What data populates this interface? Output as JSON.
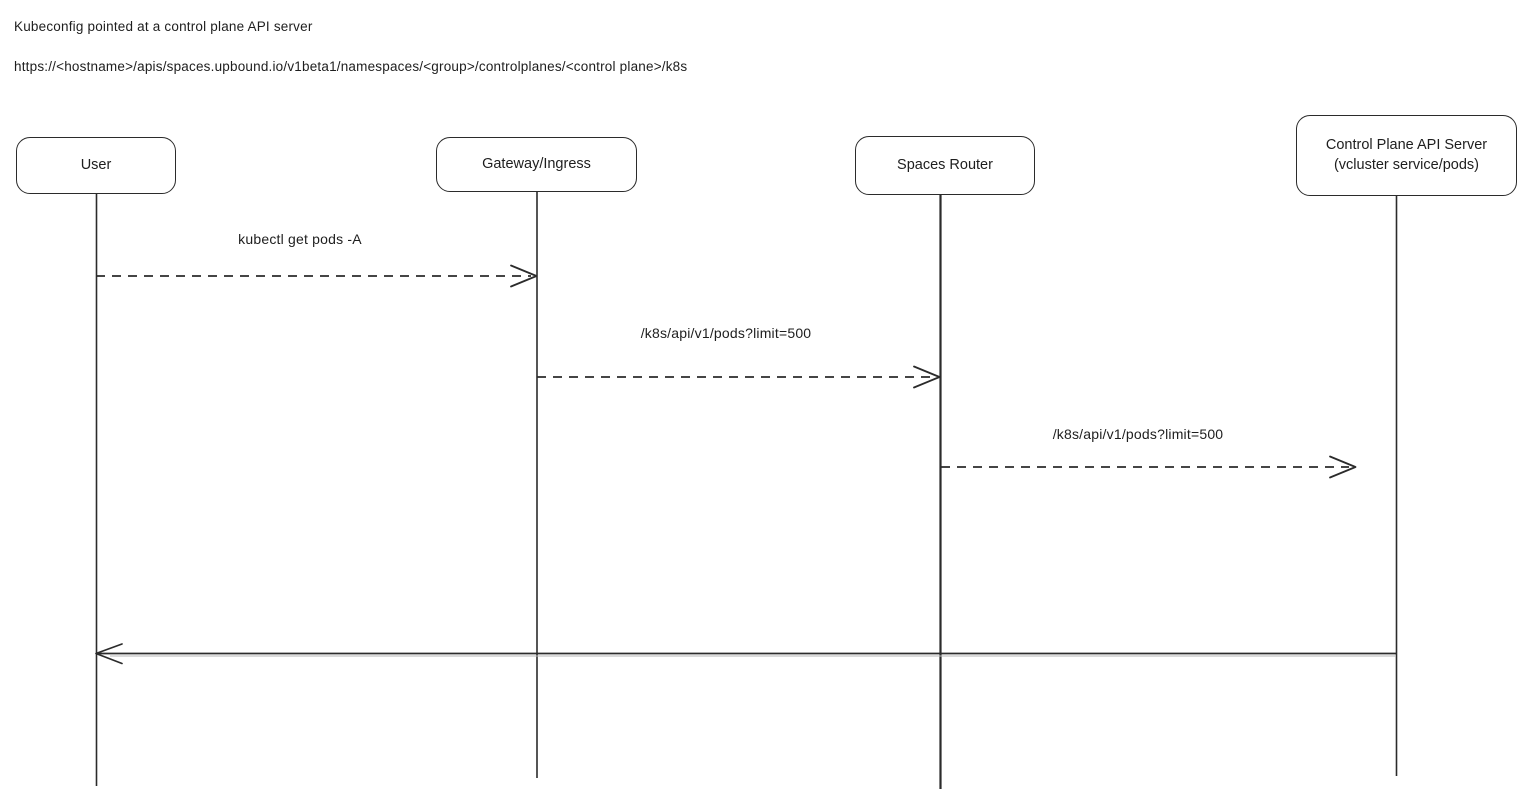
{
  "header": {
    "title": "Kubeconfig pointed at a control plane API server",
    "url": "https://<hostname>/apis/spaces.upbound.io/v1beta1/namespaces/<group>/controlplanes/<control plane>/k8s"
  },
  "diagram": {
    "type": "sequence-diagram",
    "actors": [
      {
        "id": "user",
        "label": "User"
      },
      {
        "id": "gateway",
        "label": "Gateway/Ingress"
      },
      {
        "id": "spaces-router",
        "label": "Spaces Router"
      },
      {
        "id": "control-plane",
        "label": "Control Plane API Server",
        "label2": "(vcluster service/pods)"
      }
    ],
    "messages": [
      {
        "from": "User",
        "to": "Gateway/Ingress",
        "label": "kubectl get pods -A",
        "line_style": "dashed"
      },
      {
        "from": "Gateway/Ingress",
        "to": "Spaces Router",
        "label": "/k8s/api/v1/pods?limit=500",
        "line_style": "dashed"
      },
      {
        "from": "Spaces Router",
        "to": "Control Plane API Server",
        "label": "/k8s/api/v1/pods?limit=500",
        "line_style": "dashed"
      },
      {
        "from": "Control Plane API Server",
        "to": "User",
        "label": "",
        "line_style": "solid"
      }
    ],
    "colors": {
      "stroke": "#2b2b2b",
      "text": "#1e1e1e",
      "background": "#ffffff"
    }
  }
}
